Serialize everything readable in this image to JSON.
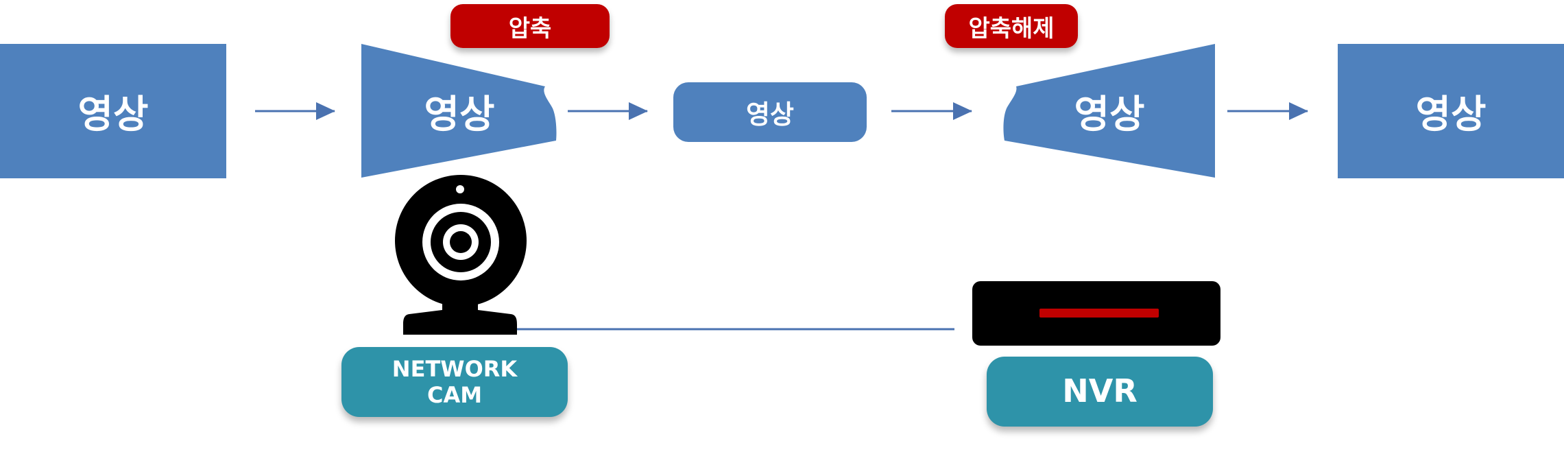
{
  "colors": {
    "box_blue": "#4f81bd",
    "badge_red": "#c00000",
    "device_teal": "#2e93a9",
    "device_black": "#000000",
    "connector_blue": "#4a72b0"
  },
  "pipeline": {
    "source_label": "영상",
    "encoder_label": "영상",
    "stream_label": "영상",
    "decoder_label": "영상",
    "output_label": "영상"
  },
  "badges": {
    "compress": "압축",
    "decompress": "압축해제"
  },
  "devices": {
    "camera": {
      "icon": "webcam-icon",
      "label_line1": "NETWORK",
      "label_line2": "CAM"
    },
    "recorder": {
      "icon": "nvr-icon",
      "label": "NVR"
    }
  }
}
